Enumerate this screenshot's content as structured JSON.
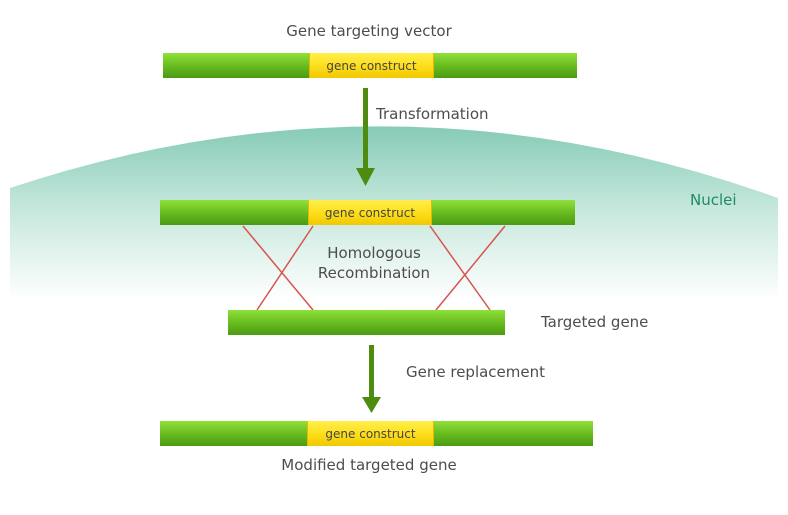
{
  "diagram": {
    "vector_label": "Gene targeting vector",
    "construct_label": "gene construct",
    "transformation_label": "Transformation",
    "nuclei_label": "Nuclei",
    "recombination_line1": "Homologous",
    "recombination_line2": "Recombination",
    "targeted_gene_label": "Targeted gene",
    "replacement_label": "Gene replacement",
    "modified_label": "Modified targeted gene"
  },
  "colors": {
    "bar_green": "#6cc021",
    "construct_yellow": "#fddd1a",
    "arrow_green": "#4e8c10",
    "cross_red": "#d9534f",
    "nucleus_teal": "#8ecfbd"
  }
}
